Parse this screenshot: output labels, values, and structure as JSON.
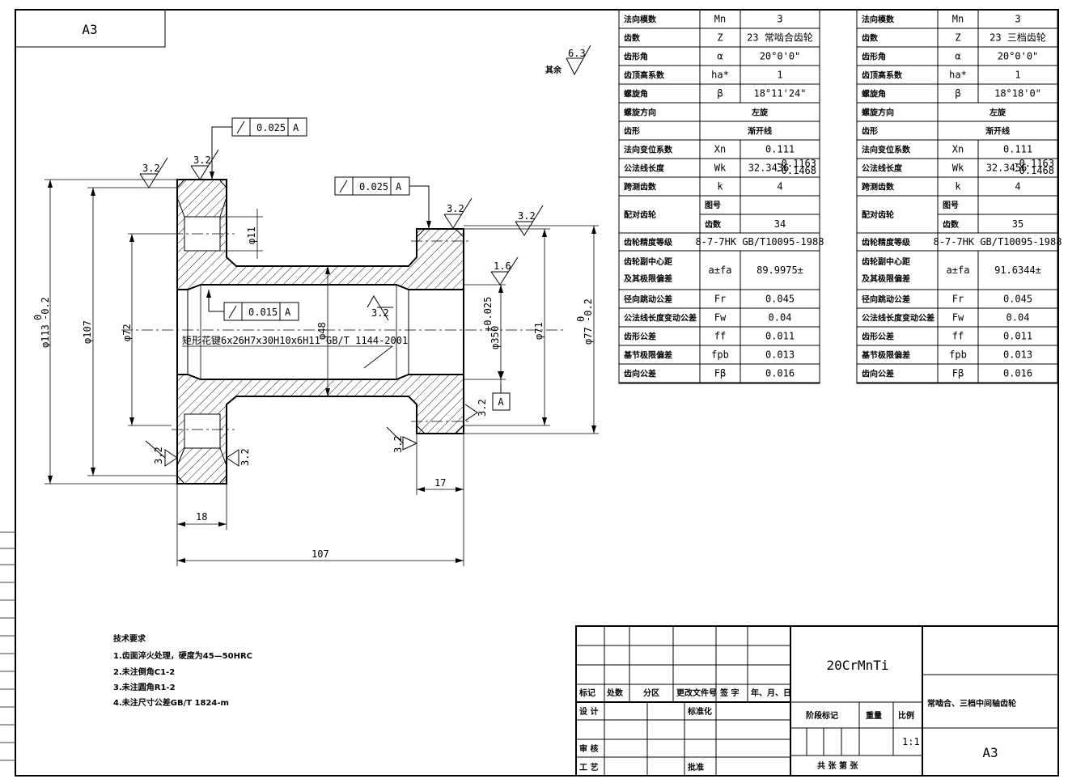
{
  "sheet": {
    "format_top_left": "A3",
    "other_roughness_label": "其余",
    "other_roughness_value": "6.3"
  },
  "drawing": {
    "dims": {
      "d113": "φ113",
      "d113_tol": "-0.2",
      "d113_tol_upper": "0",
      "d107": "φ107",
      "d72": "φ72",
      "d48": "φ48",
      "d35": "φ35",
      "d35_tol": "+0.025",
      "d35_tol_lower": "0",
      "d71": "φ71",
      "d77": "φ77",
      "d77_tol": "-0.2",
      "d77_tol_upper": "0",
      "d11": "φ11",
      "len18": "18",
      "len17": "17",
      "len107": "107"
    },
    "roughness": [
      "3.2",
      "3.2",
      "3.2",
      "3.2",
      "1.6",
      "3.2",
      "3.2",
      "3.2",
      "3.2",
      "3.2"
    ],
    "gdt": [
      {
        "symbol": "/",
        "value": "0.025",
        "datum": "A"
      },
      {
        "symbol": "/",
        "value": "0.025",
        "datum": "A"
      },
      {
        "symbol": "/",
        "value": "0.015",
        "datum": "A"
      }
    ],
    "datum_label": "A",
    "spline_note": "矩形花键6x26H7x30H10x6H11 GB/T 1144-2001"
  },
  "tech_req": {
    "title": "技术要求",
    "items": [
      "1.齿面淬火处理，硬度为45—50HRC",
      "2.未注倒角C1-2",
      "3.未注圆角R1-2",
      "4.未注尺寸公差GB/T 1824-m"
    ]
  },
  "gear_table_left": {
    "rows": [
      [
        "法向模数",
        "Mn",
        "3"
      ],
      [
        "齿数",
        "Z",
        "23  常啮合齿轮"
      ],
      [
        "齿形角",
        "α",
        "20°0'0\""
      ],
      [
        "齿顶高系数",
        "ha*",
        "1"
      ],
      [
        "螺旋角",
        "β",
        "18°11'24\""
      ],
      [
        "螺旋方向",
        "",
        "左旋"
      ],
      [
        "齿形",
        "",
        "渐开线"
      ],
      [
        "法向变位系数",
        "Xn",
        "0.111"
      ],
      [
        "公法线长度",
        "Wk",
        "32.3436"
      ],
      [
        "跨测齿数",
        "k",
        "4"
      ]
    ],
    "wk_tol_upper": "-0.1163",
    "wk_tol_lower": "-0.1468",
    "mate_label": "配对齿轮",
    "mate_fig_label": "图号",
    "mate_fig_value": "",
    "mate_teeth_label": "齿数",
    "mate_teeth_value": "34",
    "rows2": [
      [
        "齿轮精度等级",
        "",
        "8-7-7HK GB/T10095-1988"
      ],
      [
        "齿轮副中心距|及其极限偏差",
        "a±fa",
        "89.9975±"
      ],
      [
        "径向跳动公差",
        "Fr",
        "0.045"
      ],
      [
        "公法线长度变动公差",
        "Fw",
        "0.04"
      ],
      [
        "齿形公差",
        "ff",
        "0.011"
      ],
      [
        "基节极限偏差",
        "fpb",
        "0.013"
      ],
      [
        "齿向公差",
        "Fβ",
        "0.016"
      ]
    ]
  },
  "gear_table_right": {
    "rows": [
      [
        "法向模数",
        "Mn",
        "3"
      ],
      [
        "齿数",
        "Z",
        "23   三档齿轮"
      ],
      [
        "齿形角",
        "α",
        "20°0'0\""
      ],
      [
        "齿顶高系数",
        "ha*",
        "1"
      ],
      [
        "螺旋角",
        "β",
        "18°18'0\""
      ],
      [
        "螺旋方向",
        "",
        "左旋"
      ],
      [
        "齿形",
        "",
        "渐开线"
      ],
      [
        "法向变位系数",
        "Xn",
        "0.111"
      ],
      [
        "公法线长度",
        "Wk",
        "32.3456"
      ],
      [
        "跨测齿数",
        "k",
        "4"
      ]
    ],
    "wk_tol_upper": "-0.1163",
    "wk_tol_lower": "-0.1468",
    "mate_label": "配对齿轮",
    "mate_fig_label": "图号",
    "mate_fig_value": "",
    "mate_teeth_label": "齿数",
    "mate_teeth_value": "35",
    "rows2": [
      [
        "齿轮精度等级",
        "",
        "8-7-7HK GB/T10095-1988"
      ],
      [
        "齿轮副中心距|及其极限偏差",
        "a±fa",
        "91.6344±"
      ],
      [
        "径向跳动公差",
        "Fr",
        "0.045"
      ],
      [
        "公法线长度变动公差",
        "Fw",
        "0.04"
      ],
      [
        "齿形公差",
        "ff",
        "0.011"
      ],
      [
        "基节极限偏差",
        "fpb",
        "0.013"
      ],
      [
        "齿向公差",
        "Fβ",
        "0.016"
      ]
    ]
  },
  "title_block": {
    "headers": [
      "标记",
      "处数",
      "分区",
      "更改文件号",
      "签 字",
      "年、月、日"
    ],
    "design": "设 计",
    "standardize": "标准化",
    "review": "审 核",
    "process": "工 艺",
    "approve": "批准",
    "material": "20CrMnTi",
    "stage_mark": "阶段标记",
    "weight": "重量",
    "scale_label": "比例",
    "scale": "1:1",
    "sheets": "共   张  第   张",
    "part_name": "常啮合、三档中间轴齿轮",
    "format": "A3"
  }
}
